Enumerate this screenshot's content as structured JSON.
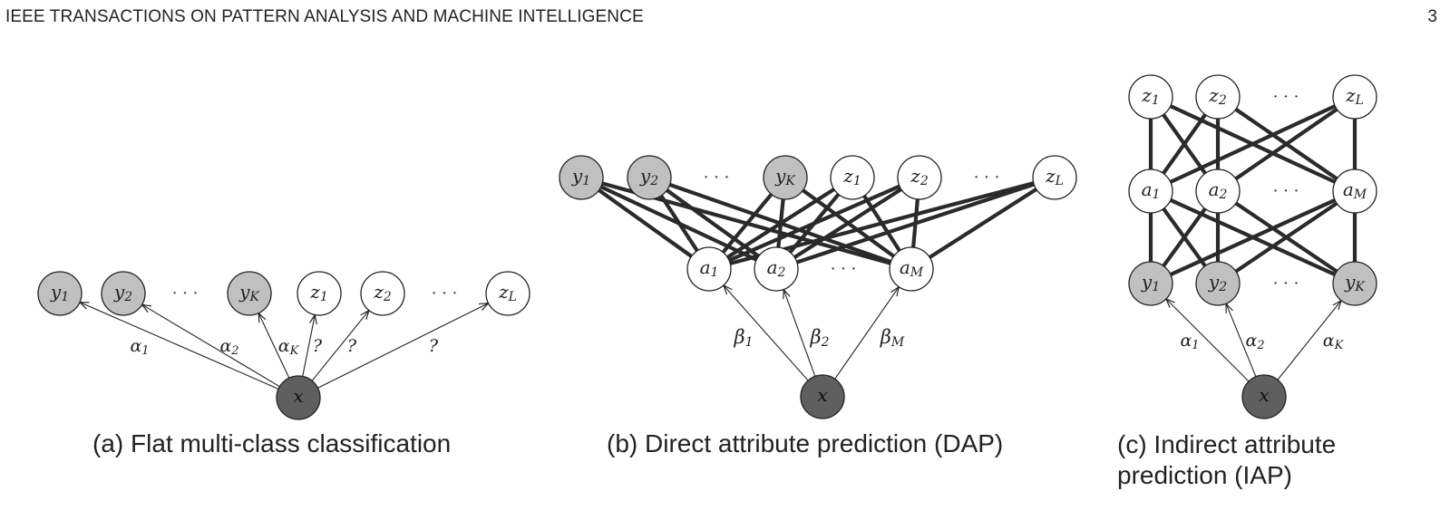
{
  "header": {
    "title": "IEEE TRANSACTIONS ON PATTERN ANALYSIS AND MACHINE INTELLIGENCE",
    "page_number": "3"
  },
  "ellipsis": "· · ·",
  "panels": {
    "a": {
      "caption": "(a) Flat multi-class classification",
      "top_nodes": [
        {
          "base": "y",
          "sub": "1",
          "kind": "observed"
        },
        {
          "base": "y",
          "sub": "2",
          "kind": "observed"
        },
        {
          "base": "y",
          "sub": "K",
          "kind": "observed"
        },
        {
          "base": "z",
          "sub": "1",
          "kind": "open"
        },
        {
          "base": "z",
          "sub": "2",
          "kind": "open"
        },
        {
          "base": "z",
          "sub": "L",
          "kind": "open"
        }
      ],
      "input_node": {
        "base": "x",
        "sub": ""
      },
      "edge_labels": [
        {
          "base": "α",
          "sub": "1"
        },
        {
          "base": "α",
          "sub": "2"
        },
        {
          "base": "α",
          "sub": "K"
        },
        {
          "base": "?",
          "sub": ""
        },
        {
          "base": "?",
          "sub": ""
        },
        {
          "base": "?",
          "sub": ""
        }
      ]
    },
    "b": {
      "caption": "(b) Direct attribute prediction (DAP)",
      "top_nodes": [
        {
          "base": "y",
          "sub": "1",
          "kind": "observed"
        },
        {
          "base": "y",
          "sub": "2",
          "kind": "observed"
        },
        {
          "base": "y",
          "sub": "K",
          "kind": "observed"
        },
        {
          "base": "z",
          "sub": "1",
          "kind": "open"
        },
        {
          "base": "z",
          "sub": "2",
          "kind": "open"
        },
        {
          "base": "z",
          "sub": "L",
          "kind": "open"
        }
      ],
      "attribute_nodes": [
        {
          "base": "a",
          "sub": "1"
        },
        {
          "base": "a",
          "sub": "2"
        },
        {
          "base": "a",
          "sub": "M"
        }
      ],
      "input_node": {
        "base": "x",
        "sub": ""
      },
      "edge_labels": [
        {
          "base": "β",
          "sub": "1"
        },
        {
          "base": "β",
          "sub": "2"
        },
        {
          "base": "β",
          "sub": "M"
        }
      ]
    },
    "c": {
      "caption_line1": "(c) Indirect attribute",
      "caption_line2": "prediction (IAP)",
      "top_nodes": [
        {
          "base": "z",
          "sub": "1"
        },
        {
          "base": "z",
          "sub": "2"
        },
        {
          "base": "z",
          "sub": "L"
        }
      ],
      "attribute_nodes": [
        {
          "base": "a",
          "sub": "1"
        },
        {
          "base": "a",
          "sub": "2"
        },
        {
          "base": "a",
          "sub": "M"
        }
      ],
      "class_nodes": [
        {
          "base": "y",
          "sub": "1"
        },
        {
          "base": "y",
          "sub": "2"
        },
        {
          "base": "y",
          "sub": "K"
        }
      ],
      "input_node": {
        "base": "x",
        "sub": ""
      },
      "edge_labels": [
        {
          "base": "α",
          "sub": "1"
        },
        {
          "base": "α",
          "sub": "2"
        },
        {
          "base": "α",
          "sub": "K"
        }
      ]
    }
  },
  "colors": {
    "observed_fill": "#c0c0c0",
    "input_fill": "#5f5f5f",
    "open_fill": "#ffffff",
    "edge": "#2a2a2a"
  }
}
